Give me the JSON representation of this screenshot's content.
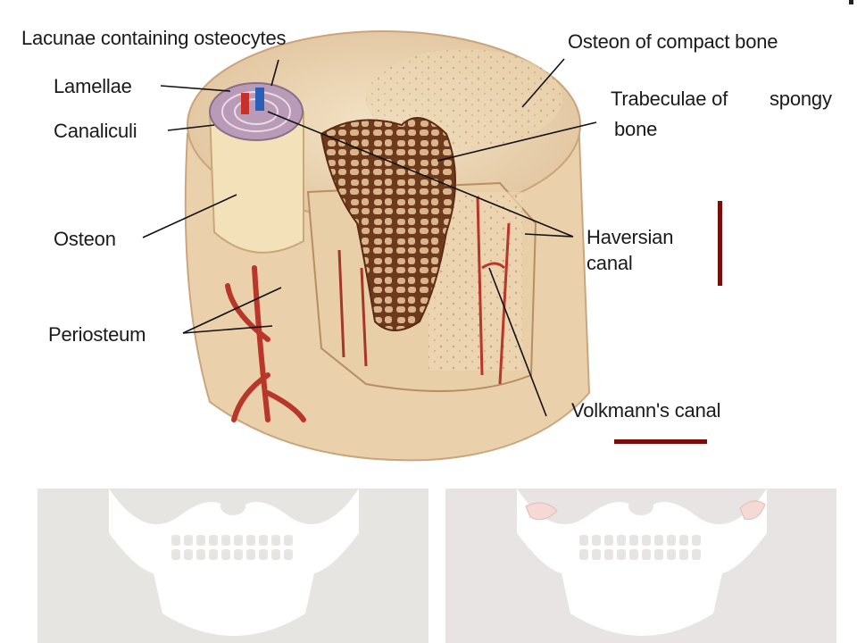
{
  "labels": {
    "lacunae": "Lacunae containing osteocytes",
    "lamellae": "Lamellae",
    "canaliculi": "Canaliculi",
    "osteon": "Osteon",
    "periosteum": "Periosteum",
    "osteon_compact": "Osteon of compact bone",
    "trabeculae_line1": "Trabeculae of",
    "trabeculae_spongy": "spongy",
    "trabeculae_line2": "bone",
    "haversian_line1": "Haversian",
    "haversian_line2": "canal",
    "volkmann": "Volkmann's canal"
  },
  "colors": {
    "bone_light": "#f0dcb8",
    "bone_mid": "#e3c79f",
    "bone_dark": "#8a4b2a",
    "vessel_red": "#b8362a",
    "vessel_blue": "#2a5fb8",
    "marker": "#7a0c0c",
    "panel_left": "#e6e5e1",
    "panel_right": "#e8e4e4"
  }
}
